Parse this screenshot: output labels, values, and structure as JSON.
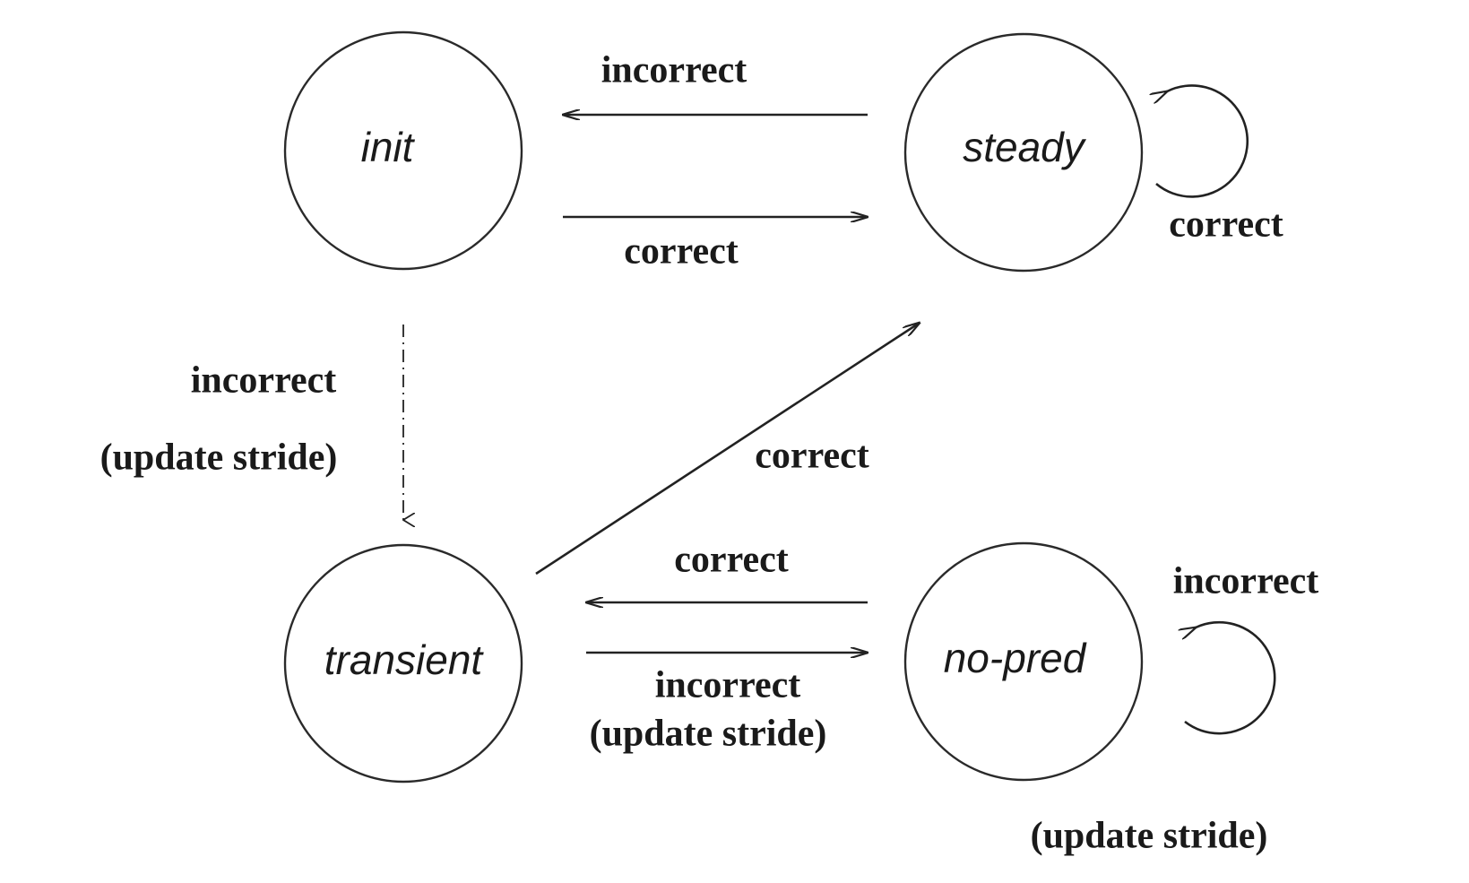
{
  "states": {
    "init": "init",
    "steady": "steady",
    "transient": "transient",
    "no_pred": "no-pred"
  },
  "edges": {
    "steady_to_init": "incorrect",
    "init_to_steady": "correct",
    "steady_self": "correct",
    "init_to_transient": "incorrect",
    "init_to_transient_note": "(update stride)",
    "transient_to_steady": "correct",
    "nopred_to_transient": "correct",
    "transient_to_nopred": "incorrect",
    "transient_to_nopred_note": "(update stride)",
    "nopred_self": "incorrect",
    "nopred_self_note": "(update stride)"
  },
  "colors": {
    "ink": "#222222",
    "background": "#ffffff"
  }
}
